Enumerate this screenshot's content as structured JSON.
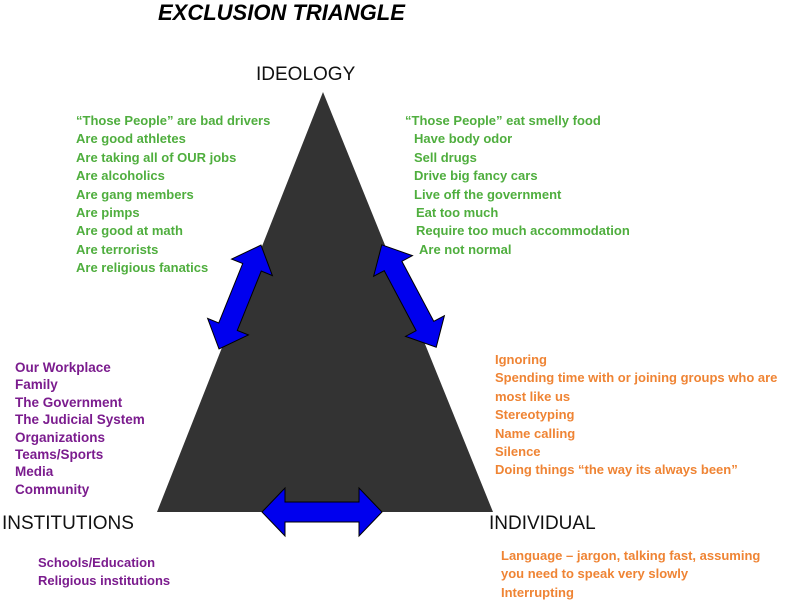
{
  "title": "EXCLUSION TRIANGLE",
  "corners": {
    "top": "IDEOLOGY",
    "left": "INSTITUTIONS",
    "right": "INDIVIDUAL"
  },
  "ideology_left": [
    "“Those People” are bad drivers",
    "Are good athletes",
    "Are taking all of OUR jobs",
    "Are alcoholics",
    "Are gang members",
    "Are pimps",
    "Are good at math",
    "Are terrorists",
    "Are religious fanatics"
  ],
  "ideology_right": [
    "“Those People” eat smelly food",
    "Have body odor",
    "Sell drugs",
    "Drive big fancy cars",
    "Live off the government",
    "Eat too much",
    "Require too much accommodation",
    "Are not normal"
  ],
  "institutions_upper": [
    "Our Workplace",
    "Family",
    "The Government",
    "The Judicial System",
    "Organizations",
    "Teams/Sports",
    "Media",
    "Community"
  ],
  "institutions_lower": [
    "Schools/Education",
    "Religious institutions"
  ],
  "individual_upper": [
    "Ignoring",
    "Spending time with or joining groups who are",
    "most like us",
    "Stereotyping",
    "Name calling",
    "Silence",
    "Doing things “the way its always been”"
  ],
  "individual_lower": [
    "Language – jargon, talking fast, assuming",
    "you need to speak very slowly",
    "Interrupting"
  ],
  "colors": {
    "triangle": "#333333",
    "arrow": "#0000ee",
    "ideology": "#4fae3e",
    "institutions": "#7b1c8e",
    "individual": "#ef8434"
  }
}
